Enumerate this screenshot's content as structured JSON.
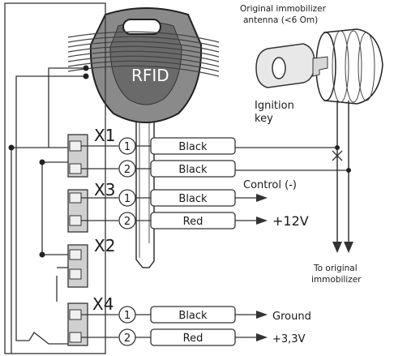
{
  "key": {
    "rfid_label": "RFID"
  },
  "antenna": {
    "title_line1": "Original immobilizer",
    "title_line2": "antenna (<6 Om)"
  },
  "ignition": {
    "line1": "Ignition",
    "line2": "key"
  },
  "destination": {
    "line1": "To original",
    "line2": "immobilizer"
  },
  "connectors": [
    {
      "name": "X1",
      "pins": [
        {
          "num": "1",
          "wire": "Black",
          "end": ""
        },
        {
          "num": "2",
          "wire": "Black",
          "end": ""
        }
      ]
    },
    {
      "name": "X3",
      "pins": [
        {
          "num": "1",
          "wire": "Black",
          "end": "Control (-)"
        },
        {
          "num": "2",
          "wire": "Red",
          "end": "+12V"
        }
      ]
    },
    {
      "name": "X2",
      "pins": []
    },
    {
      "name": "X4",
      "pins": [
        {
          "num": "1",
          "wire": "Black",
          "end": "Ground"
        },
        {
          "num": "2",
          "wire": "Red",
          "end": "+3,3V"
        }
      ]
    }
  ]
}
